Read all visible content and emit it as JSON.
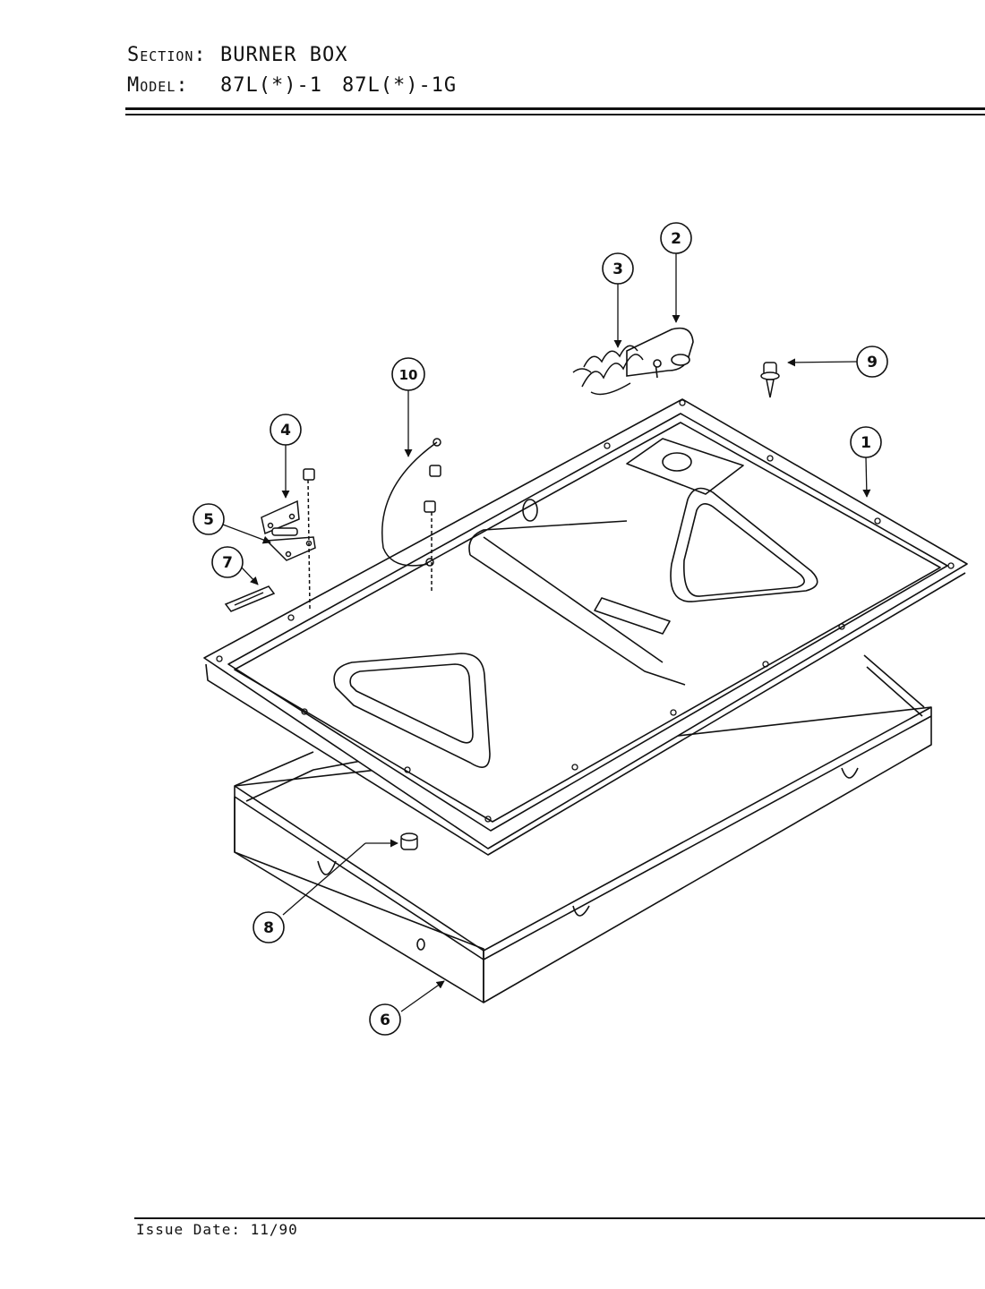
{
  "header": {
    "section_label": "Section:",
    "section_value": "BURNER BOX",
    "model_label": "Model:",
    "models": [
      "87L(*)-1",
      "87L(*)-1G"
    ]
  },
  "callouts": [
    "1",
    "2",
    "3",
    "4",
    "5",
    "6",
    "7",
    "8",
    "9",
    "10"
  ],
  "footer": {
    "issue_date": "Issue Date: 11/90"
  }
}
